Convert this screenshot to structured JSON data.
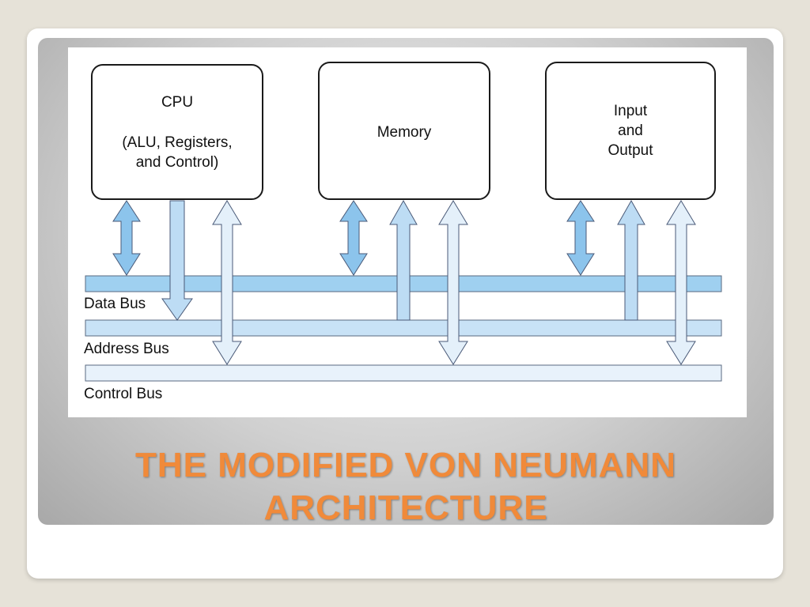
{
  "slide": {
    "title_line1": "THE MODIFIED VON NEUMANN",
    "title_line2": "ARCHITECTURE",
    "title_color": "#f08a3a"
  },
  "diagram": {
    "components": {
      "cpu": {
        "line1": "CPU",
        "line2": "(ALU, Registers,",
        "line3": "and Control)"
      },
      "memory": {
        "label": "Memory"
      },
      "io": {
        "line1": "Input",
        "line2": "and",
        "line3": "Output"
      }
    },
    "buses": {
      "data": {
        "label": "Data Bus",
        "color": "#9fd0f0"
      },
      "address": {
        "label": "Address Bus",
        "color": "#c8e2f6"
      },
      "control": {
        "label": "Control Bus",
        "color": "#e8f2fb"
      }
    },
    "connections": [
      {
        "from": "cpu",
        "bus": "data",
        "direction": "bidirectional"
      },
      {
        "from": "cpu",
        "bus": "address",
        "direction": "to-bus"
      },
      {
        "from": "cpu",
        "bus": "control",
        "direction": "bidirectional"
      },
      {
        "from": "memory",
        "bus": "data",
        "direction": "bidirectional"
      },
      {
        "from": "memory",
        "bus": "address",
        "direction": "from-bus"
      },
      {
        "from": "memory",
        "bus": "control",
        "direction": "bidirectional"
      },
      {
        "from": "io",
        "bus": "data",
        "direction": "bidirectional"
      },
      {
        "from": "io",
        "bus": "address",
        "direction": "from-bus"
      },
      {
        "from": "io",
        "bus": "control",
        "direction": "bidirectional"
      }
    ]
  }
}
